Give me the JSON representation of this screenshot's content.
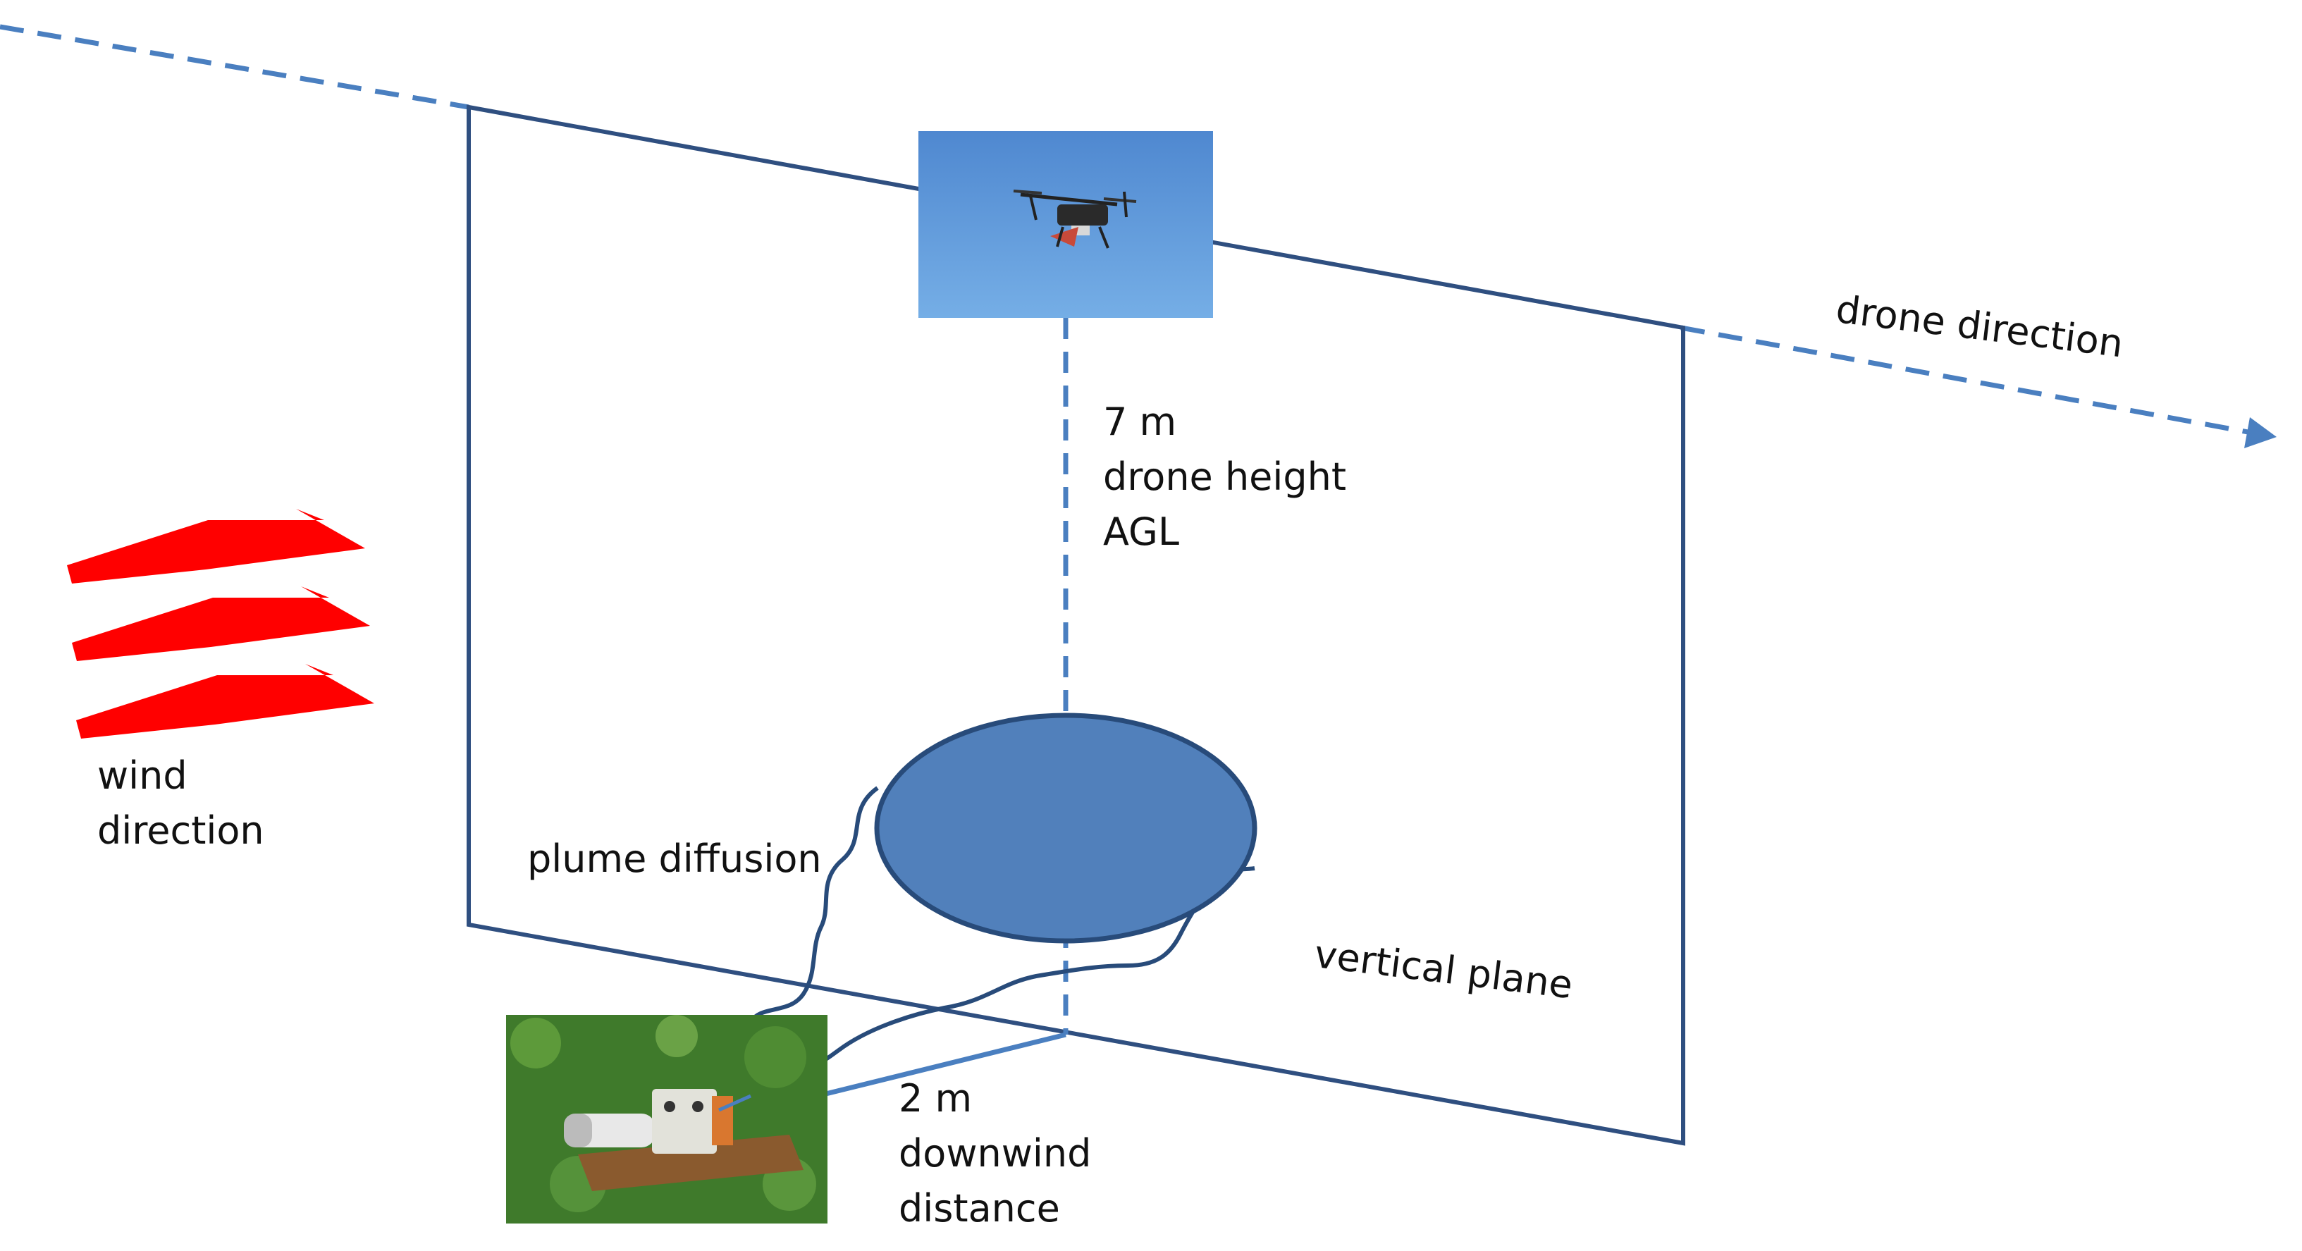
{
  "labels": {
    "drone_direction": "drone direction",
    "drone_height_line1": "7 m",
    "drone_height_line2": "drone height",
    "drone_height_line3": "AGL",
    "wind_line1": "wind",
    "wind_line2": "direction",
    "plume": "plume diffusion",
    "vertical_plane": "vertical plane",
    "distance_line1": "2 m",
    "distance_line2": "downwind",
    "distance_line3": "distance"
  },
  "colors": {
    "plane_outline": "#2f4f80",
    "flight_path": "#4a7fc0",
    "plume_fill": "#5180bb",
    "plume_outline": "#284b7a",
    "wind_arrows": "#ff0000",
    "sky": "#5a92d6",
    "grass": "#3f7a2b"
  },
  "icons": {
    "drone_photo": "drone-photo",
    "sensor_photo": "gas-sensor-photo",
    "wind_arrows": "wind-arrow-icon"
  }
}
